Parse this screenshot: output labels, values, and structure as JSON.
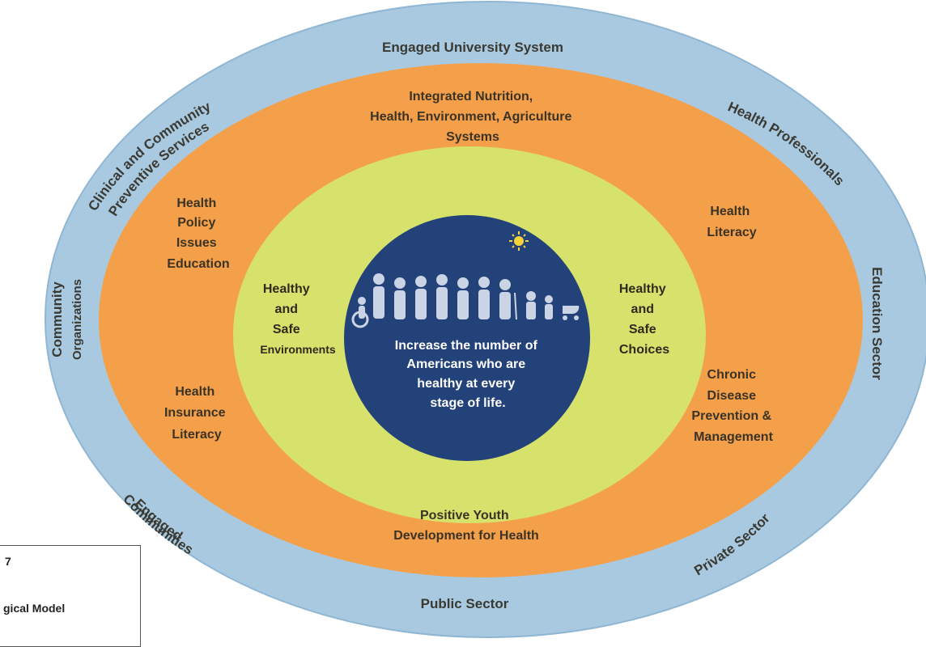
{
  "outer_ring": {
    "top": "Engaged University System",
    "top_left": "Clinical and Community",
    "top_left_2": "Preventive Services",
    "top_right": "Health Professionals",
    "left_1": "Community",
    "left_2": "Organizations",
    "right": "Education Sector",
    "bottom_left_1": "Engaged",
    "bottom_left_2": "Communities",
    "bottom_right": "Private Sector",
    "bottom": "Public Sector"
  },
  "orange_ring": {
    "top": [
      "Integrated Nutrition,",
      "Health, Environment, Agriculture",
      "Systems"
    ],
    "upper_left": [
      "Health",
      "Policy",
      "Issues",
      "Education"
    ],
    "upper_right": [
      "Health",
      "Literacy"
    ],
    "lower_left": [
      "Health",
      "Insurance",
      "Literacy"
    ],
    "lower_right": [
      "Chronic",
      "Disease",
      "Prevention &",
      "Management"
    ],
    "bottom": [
      "Positive Youth",
      "Development for Health"
    ]
  },
  "green_ring": {
    "left": [
      "Healthy",
      "and",
      "Safe",
      "Environments"
    ],
    "right": [
      "Healthy",
      "and",
      "Safe",
      "Choices"
    ]
  },
  "center": {
    "text": [
      "Increase the number of",
      "Americans who are",
      "healthy at every",
      "stage of life."
    ]
  },
  "legend": {
    "line1": "7",
    "line2": "gical Model"
  },
  "colors": {
    "outer": "#a9c9e0",
    "orange": "#f4a04a",
    "green": "#d6e26c",
    "center": "#23427a",
    "sun": "#f5d33a"
  }
}
